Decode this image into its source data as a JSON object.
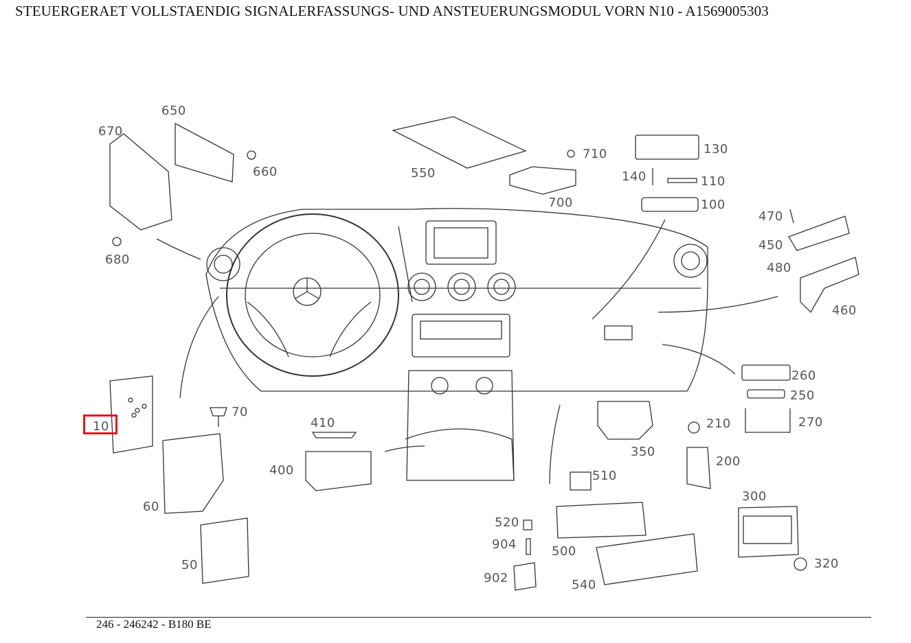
{
  "title": "STEUERGERAET VOLLSTAENDIG SIGNALERFASSUNGS- UND ANSTEUERUNGSMODUL VORN N10 - A1569005303",
  "footer": "246 - 246242 - B180 BE",
  "highlight_part": "10",
  "highlight_color": "#e8141a",
  "parts": {
    "p650": "650",
    "p670": "670",
    "p660": "660",
    "p680": "680",
    "p550": "550",
    "p710": "710",
    "p700": "700",
    "p130": "130",
    "p140": "140",
    "p110": "110",
    "p100": "100",
    "p470": "470",
    "p450": "450",
    "p480": "480",
    "p460": "460",
    "p260": "260",
    "p250": "250",
    "p270": "270",
    "p10": "10",
    "p70": "70",
    "p60": "60",
    "p50": "50",
    "p410": "410",
    "p400": "400",
    "p350": "350",
    "p210": "210",
    "p200": "200",
    "p510": "510",
    "p520": "520",
    "p904": "904",
    "p500": "500",
    "p902": "902",
    "p540": "540",
    "p300": "300",
    "p320": "320"
  }
}
